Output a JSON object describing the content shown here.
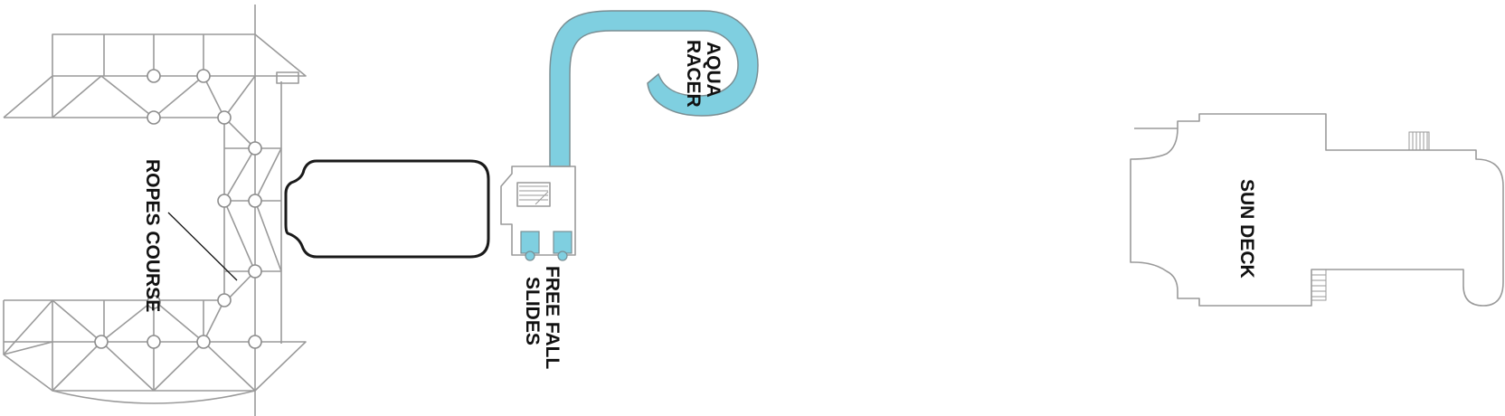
{
  "labels": {
    "ropes_course": "ROPES COURSE",
    "aqua_racer_line1": "AQUA",
    "aqua_racer_line2": "RACER",
    "free_fall_line1": "FREE FALL",
    "free_fall_line2": "SLIDES",
    "sun_deck": "SUN DECK"
  },
  "colors": {
    "slide_fill": "#7fcfe0",
    "slide_stroke": "#7a8e93",
    "structure_stroke": "#9a9a9a",
    "pool_stroke": "#1a1a1a",
    "text": "#111111"
  }
}
